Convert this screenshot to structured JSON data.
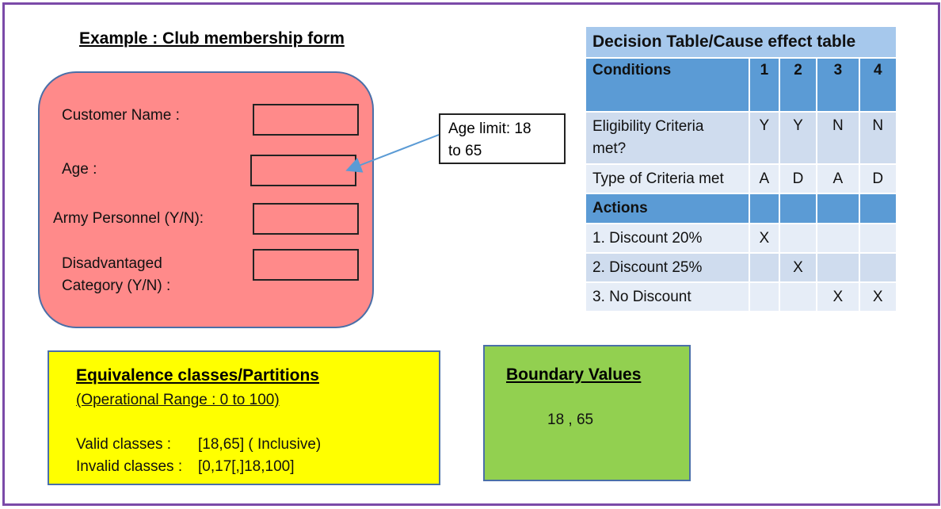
{
  "title": "Example : Club membership form",
  "form": {
    "customer_name_label": "Customer Name :",
    "age_label": "Age :",
    "army_label": "Army Personnel (Y/N):",
    "disadvantaged_label_line1": "Disadvantaged",
    "disadvantaged_label_line2": "Category (Y/N) :"
  },
  "callout": {
    "line1": "Age limit: 18",
    "line2": "to 65"
  },
  "decision_table": {
    "title": "Decision Table/Cause effect table",
    "conditions_header": "Conditions",
    "columns": [
      "1",
      "2",
      "3",
      "4"
    ],
    "condition_rows": [
      {
        "label_line1": "Eligibility Criteria",
        "label_line2": "met?",
        "values": [
          "Y",
          "Y",
          "N",
          "N"
        ]
      },
      {
        "label_line1": "Type of Criteria met",
        "label_line2": "",
        "values": [
          "A",
          "D",
          "A",
          "D"
        ]
      }
    ],
    "actions_header": "Actions",
    "action_rows": [
      {
        "label": "1. Discount 20%",
        "values": [
          "X",
          "",
          "",
          ""
        ]
      },
      {
        "label": "2. Discount 25%",
        "values": [
          "",
          "X",
          "",
          ""
        ]
      },
      {
        "label": "3. No Discount",
        "values": [
          "",
          "",
          "X",
          "X"
        ]
      }
    ]
  },
  "equivalence": {
    "heading": "Equivalence classes/Partitions",
    "range": "(Operational Range : 0 to 100)",
    "valid_label": "Valid classes :",
    "valid_value": "[18,65] ( Inclusive)",
    "invalid_label": "Invalid classes :",
    "invalid_value": "[0,17[,]18,100]"
  },
  "boundary": {
    "heading": "Boundary Values",
    "values": "18 , 65"
  },
  "colors": {
    "frame": "#7b4aa8",
    "form_fill": "#ff8a8a",
    "table_header": "#5b9bd5",
    "table_title": "#a6c8ec",
    "equivalence_fill": "#ffff00",
    "boundary_fill": "#92d050",
    "arrow": "#5b9bd5"
  }
}
